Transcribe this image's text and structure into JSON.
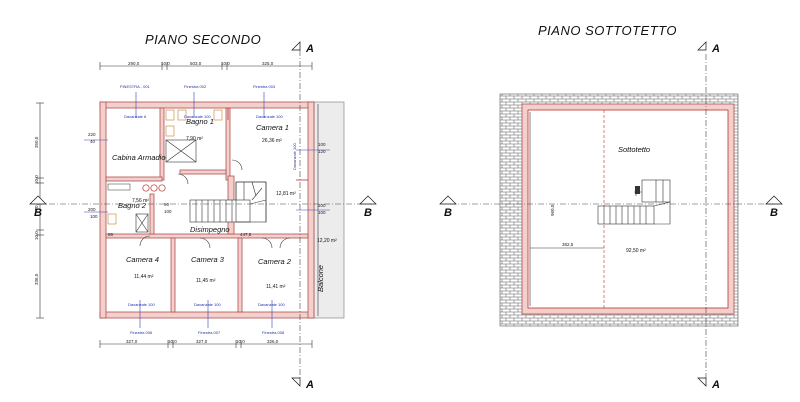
{
  "plans": {
    "secondo": {
      "title": "PIANO SECONDO",
      "rooms": {
        "bagno1": "Bagno 1",
        "camera1": "Camera 1",
        "cabina": "Cabina Armadio",
        "bagno2": "Bagno 2",
        "disimpegno": "Disimpegno",
        "camera4": "Camera 4",
        "camera3": "Camera 3",
        "camera2": "Camera 2",
        "balcone": "Balcone"
      },
      "areas": {
        "bagno1": "7,90 m²",
        "camera1": "26,36 m²",
        "bagno2": "7,56 m²",
        "stair": "12,81 m²",
        "balcone": "12,20 m²",
        "camera4": "11,44 m²",
        "camera3": "11,45 m²",
        "camera2": "11,41 m²"
      },
      "window_labels": {
        "f001": "FINESTRA - 001",
        "f002": "Finestra 002",
        "f003": "Finestra 003",
        "f006": "Finestra 006",
        "f007": "Finestra 007",
        "f008": "Finestra 008"
      },
      "door_labels": {
        "d1": "Davanzale 100",
        "d2": "Davanzale 100",
        "d3": "Davanzale 100",
        "d4": "Davanzale 100",
        "d5": "Davanzale 100",
        "d6": "Davanzale 100",
        "d7": "Davanzale 6"
      },
      "dims_top": [
        "290,0",
        "10,0",
        "503,0",
        "10,0",
        "325,0"
      ],
      "dims_bottom": [
        "327,0",
        "10,0",
        "327,0",
        "10,0",
        "326,0"
      ],
      "dims_left": [
        "350,0",
        "10,0",
        "170,0",
        "10,0",
        "336,0"
      ],
      "small_dims": [
        "220",
        "40",
        "200",
        "100",
        "100",
        "120",
        "200",
        "100",
        "90",
        "100",
        "447,5",
        "86"
      ]
    },
    "sottotetto": {
      "title": "PIANO SOTTOTETTO",
      "rooms": {
        "sottotetto": "Sottotetto"
      },
      "areas": {
        "main": "92,50 m²"
      },
      "dims": {
        "horizontal": "382,5",
        "vertical": "960,0"
      }
    }
  },
  "section_marks": {
    "a": "A",
    "b": "B"
  }
}
